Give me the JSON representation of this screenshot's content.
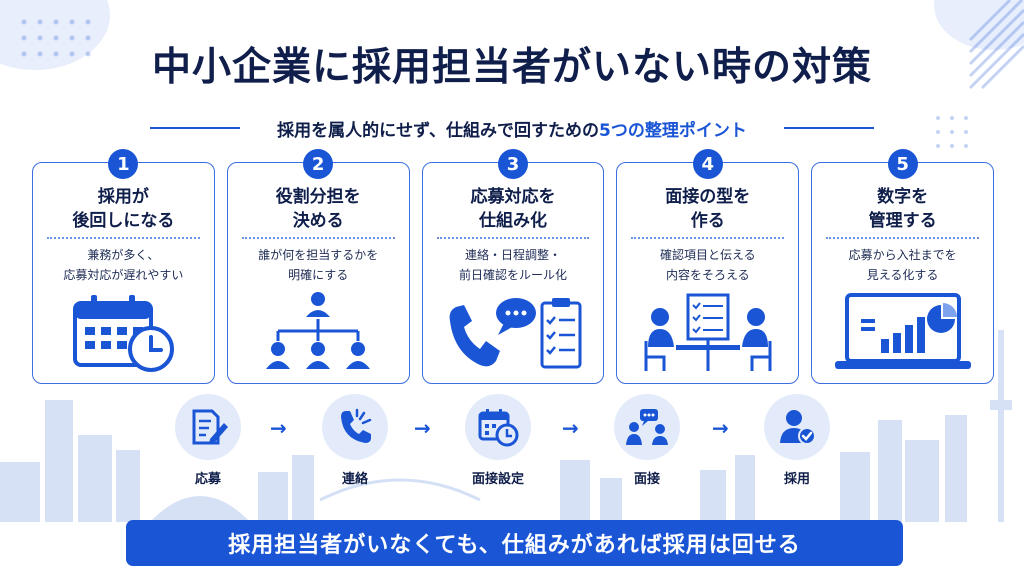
{
  "title": "中小企業に採用担当者がいない時の対策",
  "subtitle": {
    "text": "採用を属人的にせず、仕組みで回すための",
    "highlight": "5つの整理ポイント"
  },
  "cards": [
    {
      "number": "1",
      "title": "採用が\n後回しになる",
      "desc": "兼務が多く、\n応募対応が遅れやすい",
      "icon": "calendar-clock-icon"
    },
    {
      "number": "2",
      "title": "役割分担を\n決める",
      "desc": "誰が何を担当するかを\n明確にする",
      "icon": "org-chart-icon"
    },
    {
      "number": "3",
      "title": "応募対応を\n仕組み化",
      "desc": "連絡・日程調整・\n前日確認をルール化",
      "icon": "phone-chat-checklist-icon"
    },
    {
      "number": "4",
      "title": "面接の型を\n作る",
      "desc": "確認項目と伝える\n内容をそろえる",
      "icon": "interview-meeting-icon"
    },
    {
      "number": "5",
      "title": "数字を\n管理する",
      "desc": "応募から入社までを\n見える化する",
      "icon": "laptop-chart-icon"
    }
  ],
  "flow": [
    {
      "label": "応募",
      "icon": "document-pen-icon"
    },
    {
      "label": "連絡",
      "icon": "phone-icon"
    },
    {
      "label": "面接設定",
      "icon": "calendar-clock-icon"
    },
    {
      "label": "面接",
      "icon": "conversation-icon"
    },
    {
      "label": "採用",
      "icon": "user-check-icon"
    }
  ],
  "flow_arrow": "→",
  "banner": "採用担当者がいなくても、仕組みがあれば採用は回せる",
  "colors": {
    "primary": "#1a55d6",
    "navy": "#0f1e4a",
    "light": "#e3ebfa"
  }
}
